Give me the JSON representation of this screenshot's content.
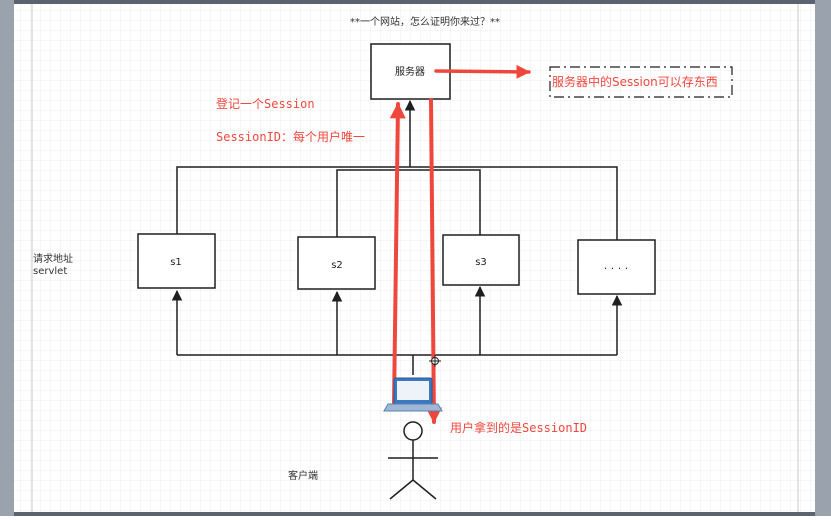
{
  "colors": {
    "frame_outer": "#5a6470",
    "frame_panel": "#9aa3ad",
    "canvas_bg": "#ffffff",
    "grid_line": "#e8e8e8",
    "stroke": "#1f1f1f",
    "accent_red": "#f0473d",
    "laptop_blue": "#3b78c2"
  },
  "title": "**一个网站，怎么证明你来过？**",
  "server": {
    "label": "服务器"
  },
  "servers": [
    {
      "label": "s1"
    },
    {
      "label": "s2"
    },
    {
      "label": "s3"
    },
    {
      "label": "· · · ·"
    }
  ],
  "annotations": {
    "register_session": "登记一个Session",
    "session_id_unique": "SessionID：每个用户唯一",
    "server_stores": "服务器中的Session可以存东西",
    "user_gets_id": "用户拿到的是SessionID"
  },
  "left_label": {
    "line1": "请求地址",
    "line2": "servlet"
  },
  "client_label": "客户端"
}
